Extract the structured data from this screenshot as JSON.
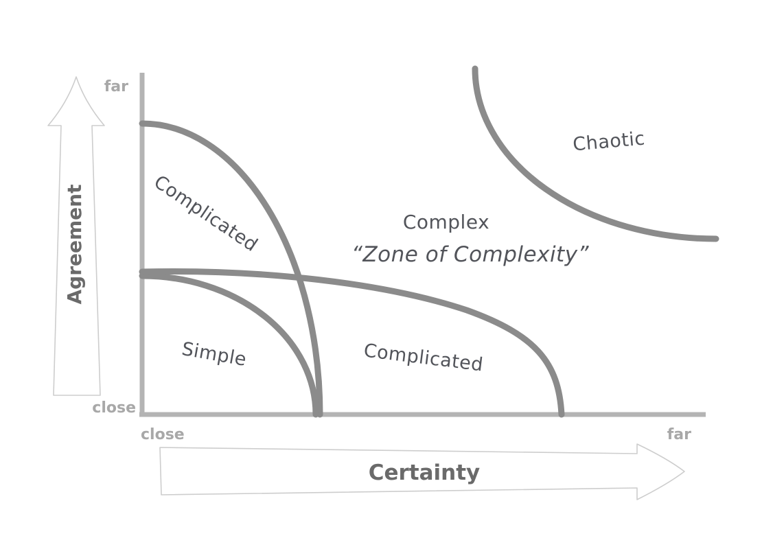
{
  "axes": {
    "y": {
      "label": "Agreement",
      "top_tick": "far",
      "bottom_tick": "close"
    },
    "x": {
      "label": "Certainty",
      "left_tick": "close",
      "right_tick": "far"
    }
  },
  "regions": {
    "complicated_upper": "Complicated",
    "simple": "Simple",
    "complicated_lower": "Complicated",
    "complex": "Complex",
    "zone_of_complexity": "“Zone of Complexity”",
    "chaotic": "Chaotic"
  },
  "colors": {
    "curve": "#8b8b8b",
    "axis": "#b4b4b4",
    "tick_label": "#a8a8a8",
    "axis_label": "#6a6a6a",
    "region_label": "#52545a",
    "arrow_outline": "#cdcdcd"
  }
}
